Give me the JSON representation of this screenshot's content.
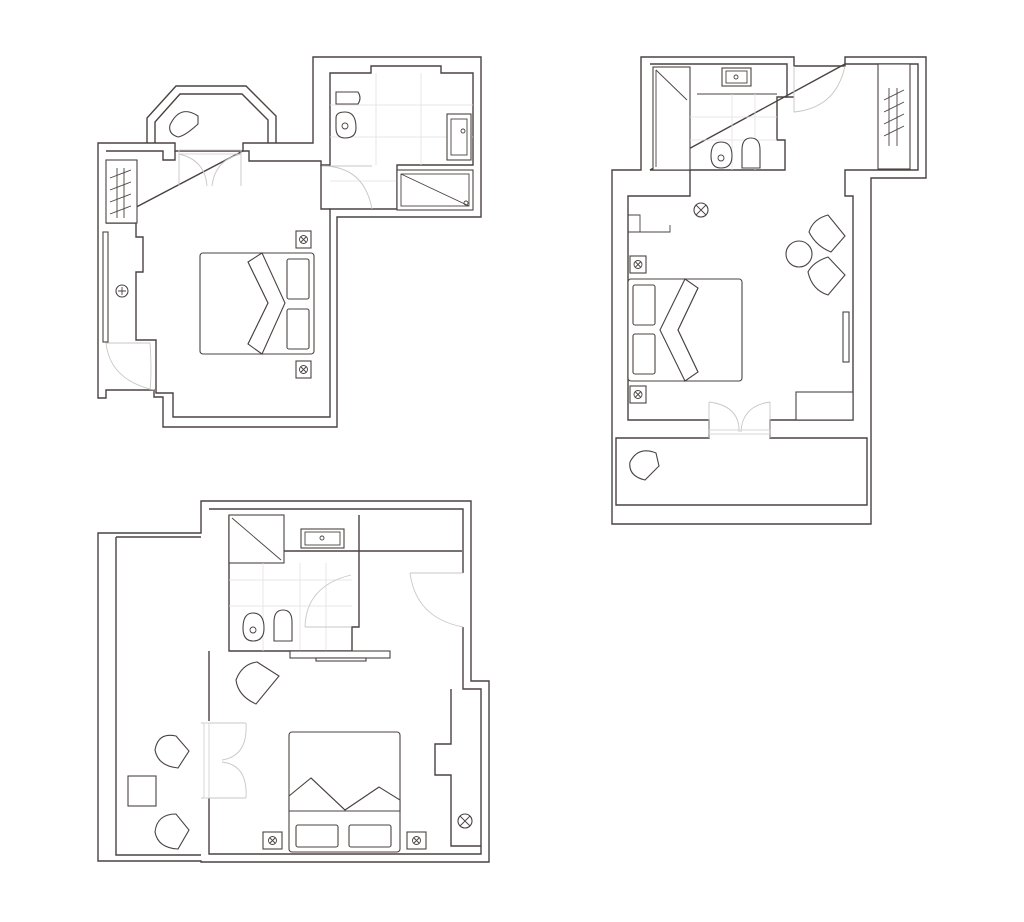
{
  "image": {
    "background": "#ffffff",
    "line_color": "#4a4342",
    "light_line_color": "#c9c6c6",
    "tile_color": "#e3e0e0"
  },
  "plans": [
    {
      "id": "room-top-left",
      "features": [
        "bay-window-alcove",
        "wardrobe",
        "bathroom-with-bathtub",
        "bidet",
        "toilet",
        "double-bed",
        "two-nightstands"
      ]
    },
    {
      "id": "room-top-right",
      "features": [
        "shower-bathroom",
        "sink",
        "toilet",
        "bidet",
        "double-bed",
        "two-nightstands",
        "round-table-with-two-chairs",
        "terrace"
      ]
    },
    {
      "id": "room-bottom",
      "features": [
        "bathroom-with-shower",
        "sink",
        "toilet",
        "bidet",
        "double-bed",
        "two-nightstands",
        "armchair",
        "tv-desk",
        "terrace-with-table-and-chairs"
      ]
    }
  ]
}
